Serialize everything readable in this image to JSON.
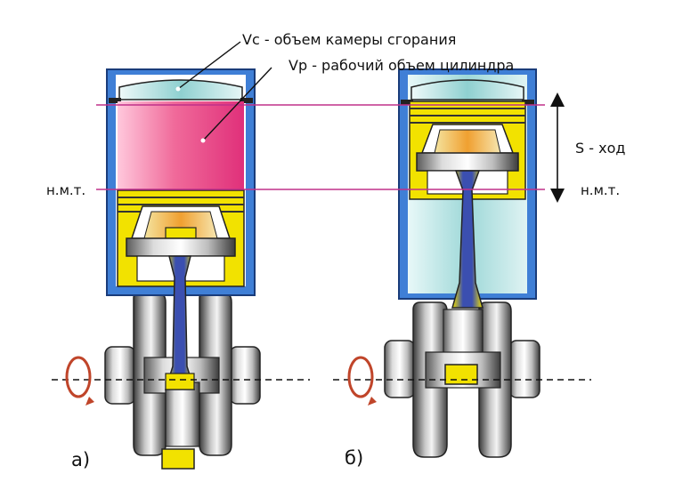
{
  "labels": {
    "vc": "Vc - объем камеры сгорания",
    "vp": "Vp - рабочий объем цилиндра",
    "stroke": "S - ход",
    "bdc_left": "н.м.т.",
    "bdc_right": "н.м.т.",
    "caption_a": "а)",
    "caption_b": "б)"
  },
  "icons": {
    "rotation_left": "rotation-arrow-icon",
    "rotation_right": "rotation-arrow-icon",
    "stroke_arrow": "double-arrow-icon"
  },
  "colors": {
    "cylinder_wall": "#3f7fd6",
    "working_volume": "#e8407a",
    "combustion_chamber": "#bfe6e6",
    "piston_body": "#f2e200",
    "crank_metal": "#555555",
    "dead_center_line": "#c0308a",
    "rotation_arrow": "#c0452a"
  }
}
